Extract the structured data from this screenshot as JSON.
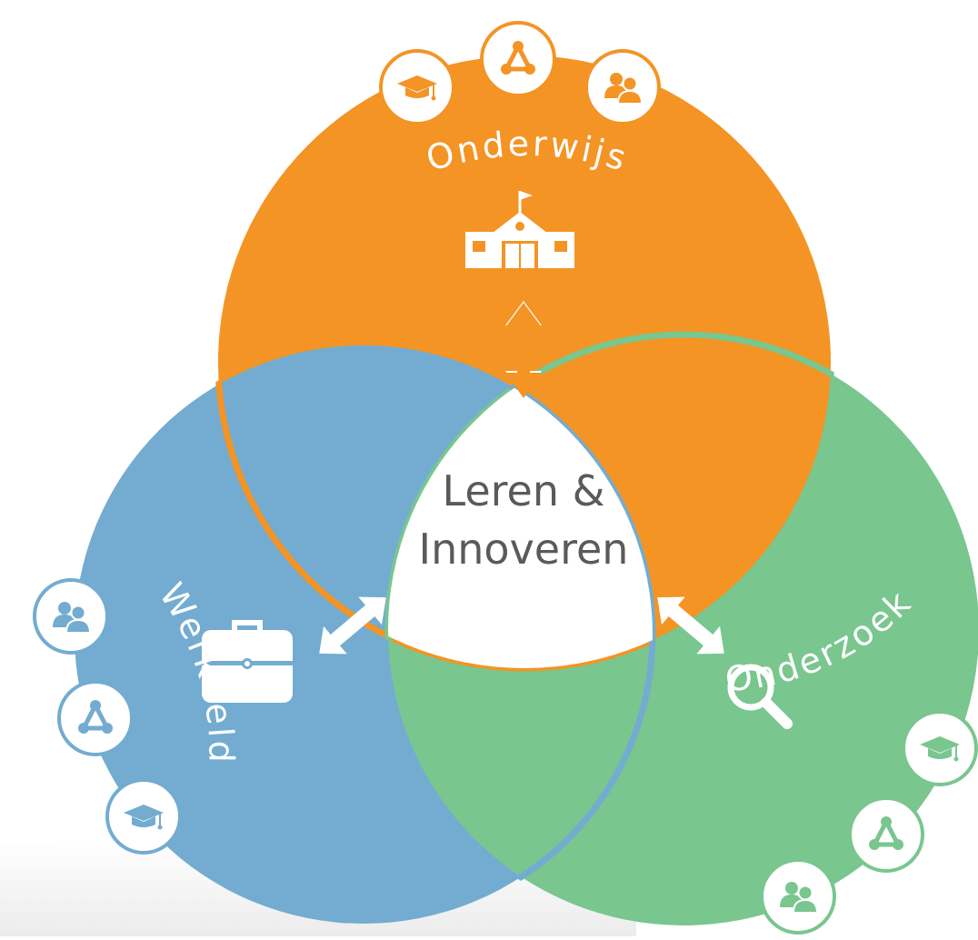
{
  "diagram": {
    "center_label_line1": "Leren &",
    "center_label_line2": "Innoveren",
    "circles": {
      "top": {
        "label": "Onderwijs",
        "main_icon": "school-building-icon"
      },
      "left": {
        "label": "Werkveld",
        "main_icon": "briefcase-icon"
      },
      "right": {
        "label": "Onderzoek",
        "main_icon": "magnifier-icon"
      }
    },
    "badge_icons": [
      "graduation-cap-icon",
      "network-icon",
      "people-icon"
    ],
    "colors": {
      "orange": "#f39425",
      "blue": "#73acd0",
      "green": "#79c68f",
      "center": "#ffffff",
      "text": "#5a5a5a"
    }
  }
}
